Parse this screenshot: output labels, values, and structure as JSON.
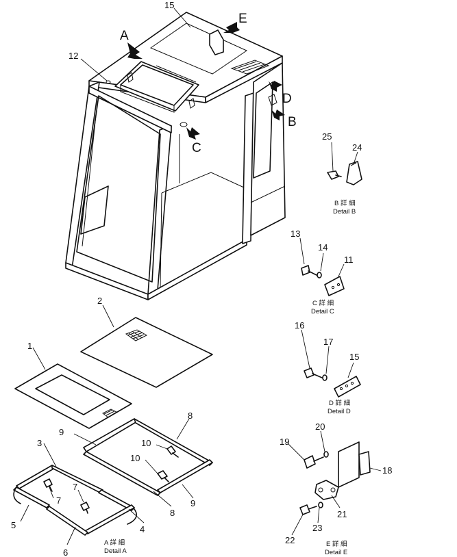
{
  "diagram": {
    "view_labels": {
      "a": "A",
      "b": "B",
      "c": "C",
      "d": "D",
      "e": "E"
    },
    "part_numbers": {
      "p1": "1",
      "p2": "2",
      "p3": "3",
      "p4": "4",
      "p5": "5",
      "p6": "6",
      "p7a": "7",
      "p7b": "7",
      "p8a": "8",
      "p8b": "8",
      "p9a": "9",
      "p9b": "9",
      "p10a": "10",
      "p10b": "10",
      "p11": "11",
      "p12": "12",
      "p13": "13",
      "p14": "14",
      "p15a": "15",
      "p15b": "15",
      "p16": "16",
      "p17": "17",
      "p18": "18",
      "p19": "19",
      "p20": "20",
      "p21": "21",
      "p22": "22",
      "p23": "23",
      "p24": "24",
      "p25": "25"
    },
    "details": {
      "a": {
        "jp": "A 詳 細",
        "en": "Detail A"
      },
      "b": {
        "jp": "B 詳 細",
        "en": "Detail B"
      },
      "c": {
        "jp": "C 詳 細",
        "en": "Detail C"
      },
      "d": {
        "jp": "D 詳 細",
        "en": "Detail D"
      },
      "e": {
        "jp": "E 詳 細",
        "en": "Detail E"
      }
    }
  }
}
